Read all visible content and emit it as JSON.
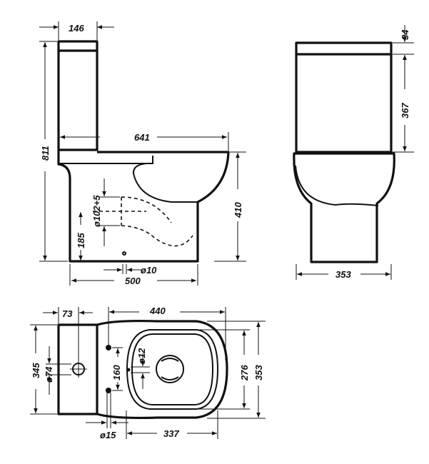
{
  "side_view": {
    "tank_depth": "146",
    "total_height": "811",
    "total_length": "641",
    "seat_height": "410",
    "base_length": "500",
    "outlet_diameter": "ø102+5",
    "outlet_height": "185",
    "fixing_hole": "ø10"
  },
  "front_view": {
    "lid_thickness": "34",
    "tank_height": "367",
    "width": "353"
  },
  "plan_view": {
    "tank_offset": "73",
    "bowl_length": "440",
    "tank_width": "345",
    "inlet_diameter": "ø74",
    "seat_hole_spacing": "160",
    "seat_hole_diameter": "ø12",
    "inner_width": "276",
    "outer_width": "353",
    "inner_length": "337",
    "floor_hole_diameter": "ø15"
  }
}
